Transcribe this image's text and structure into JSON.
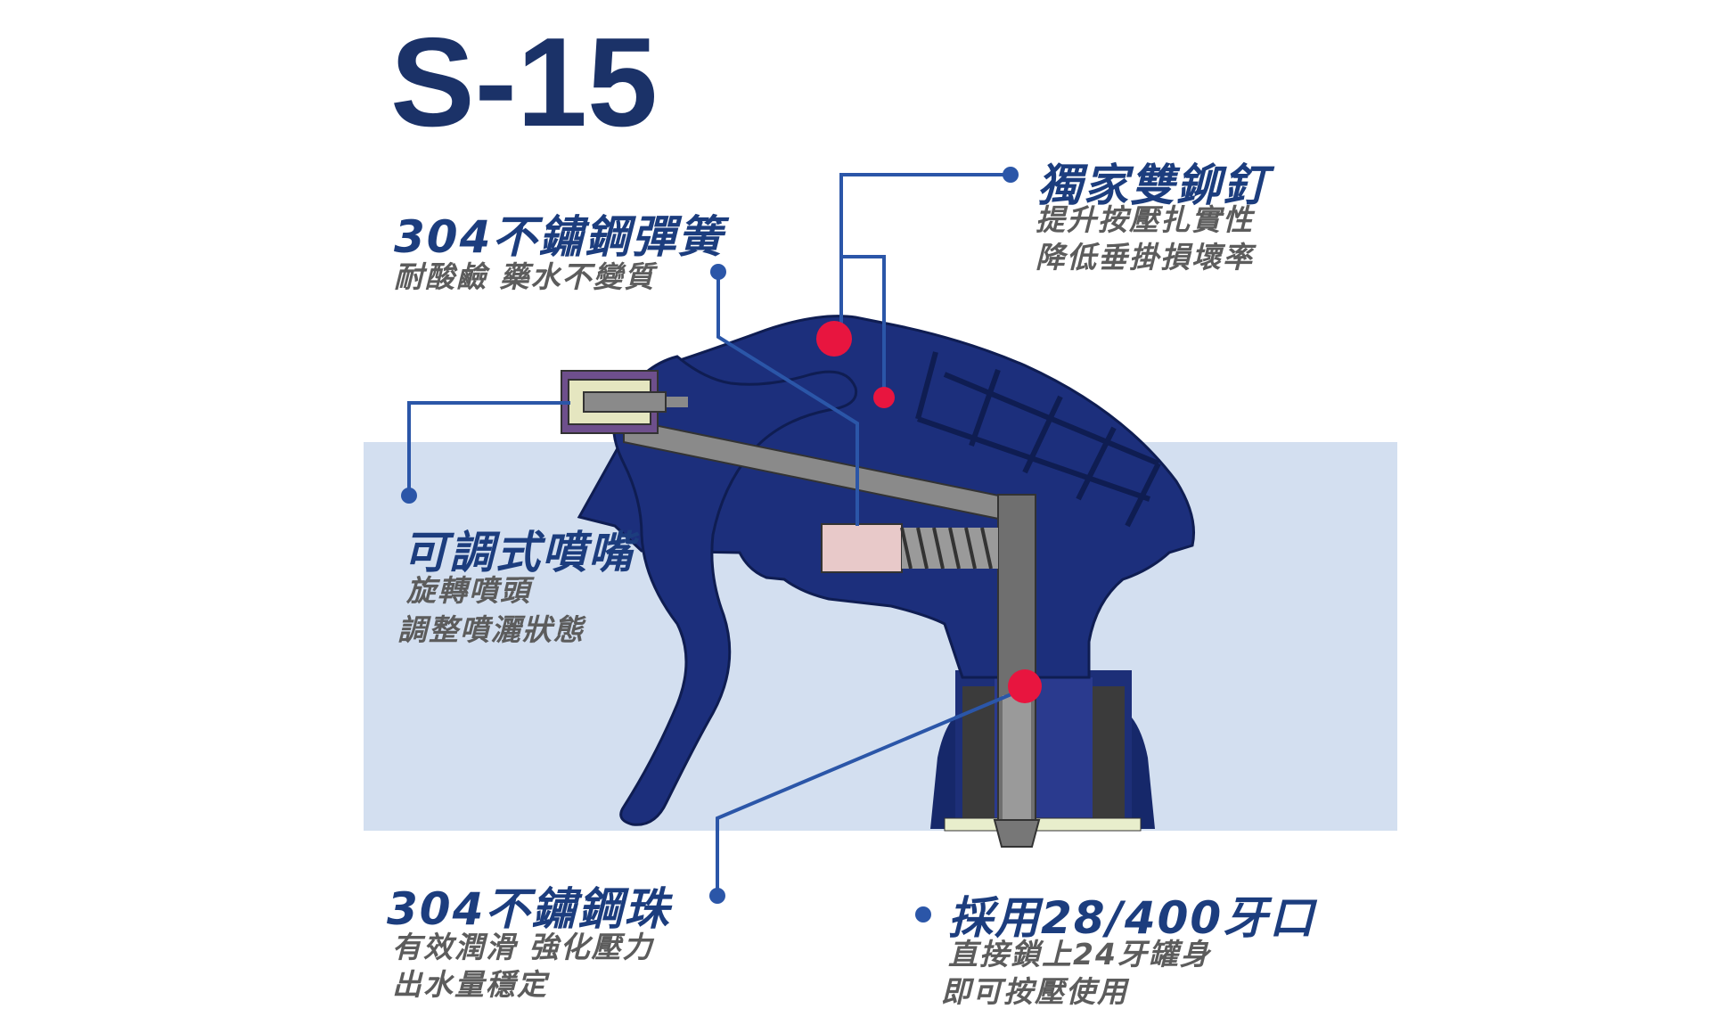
{
  "title": "S-15",
  "colors": {
    "body_navy": "#1a2f7a",
    "body_dark": "#10205a",
    "leader_line": "#2b56a8",
    "highlight_dot": "#e8153f",
    "band_bg": "#d3dff0",
    "steel_gray": "#8a8a8a"
  },
  "callouts": [
    {
      "id": "spring",
      "heading": "304不鏽鋼彈簧",
      "lines": [
        "耐酸鹼 藥水不變質"
      ]
    },
    {
      "id": "rivet",
      "heading": "獨家雙鉚釘",
      "lines": [
        "提升按壓扎實性",
        "降低垂掛損壞率"
      ]
    },
    {
      "id": "nozzle",
      "heading": "可調式噴嘴",
      "lines": [
        "旋轉噴頭",
        "調整噴灑狀態"
      ]
    },
    {
      "id": "ball",
      "heading": "304不鏽鋼珠",
      "lines": [
        "有效潤滑 強化壓力",
        "出水量穩定"
      ]
    },
    {
      "id": "thread",
      "heading": "採用28/400牙口",
      "lines": [
        "直接鎖上24牙罐身",
        "即可按壓使用"
      ]
    }
  ]
}
